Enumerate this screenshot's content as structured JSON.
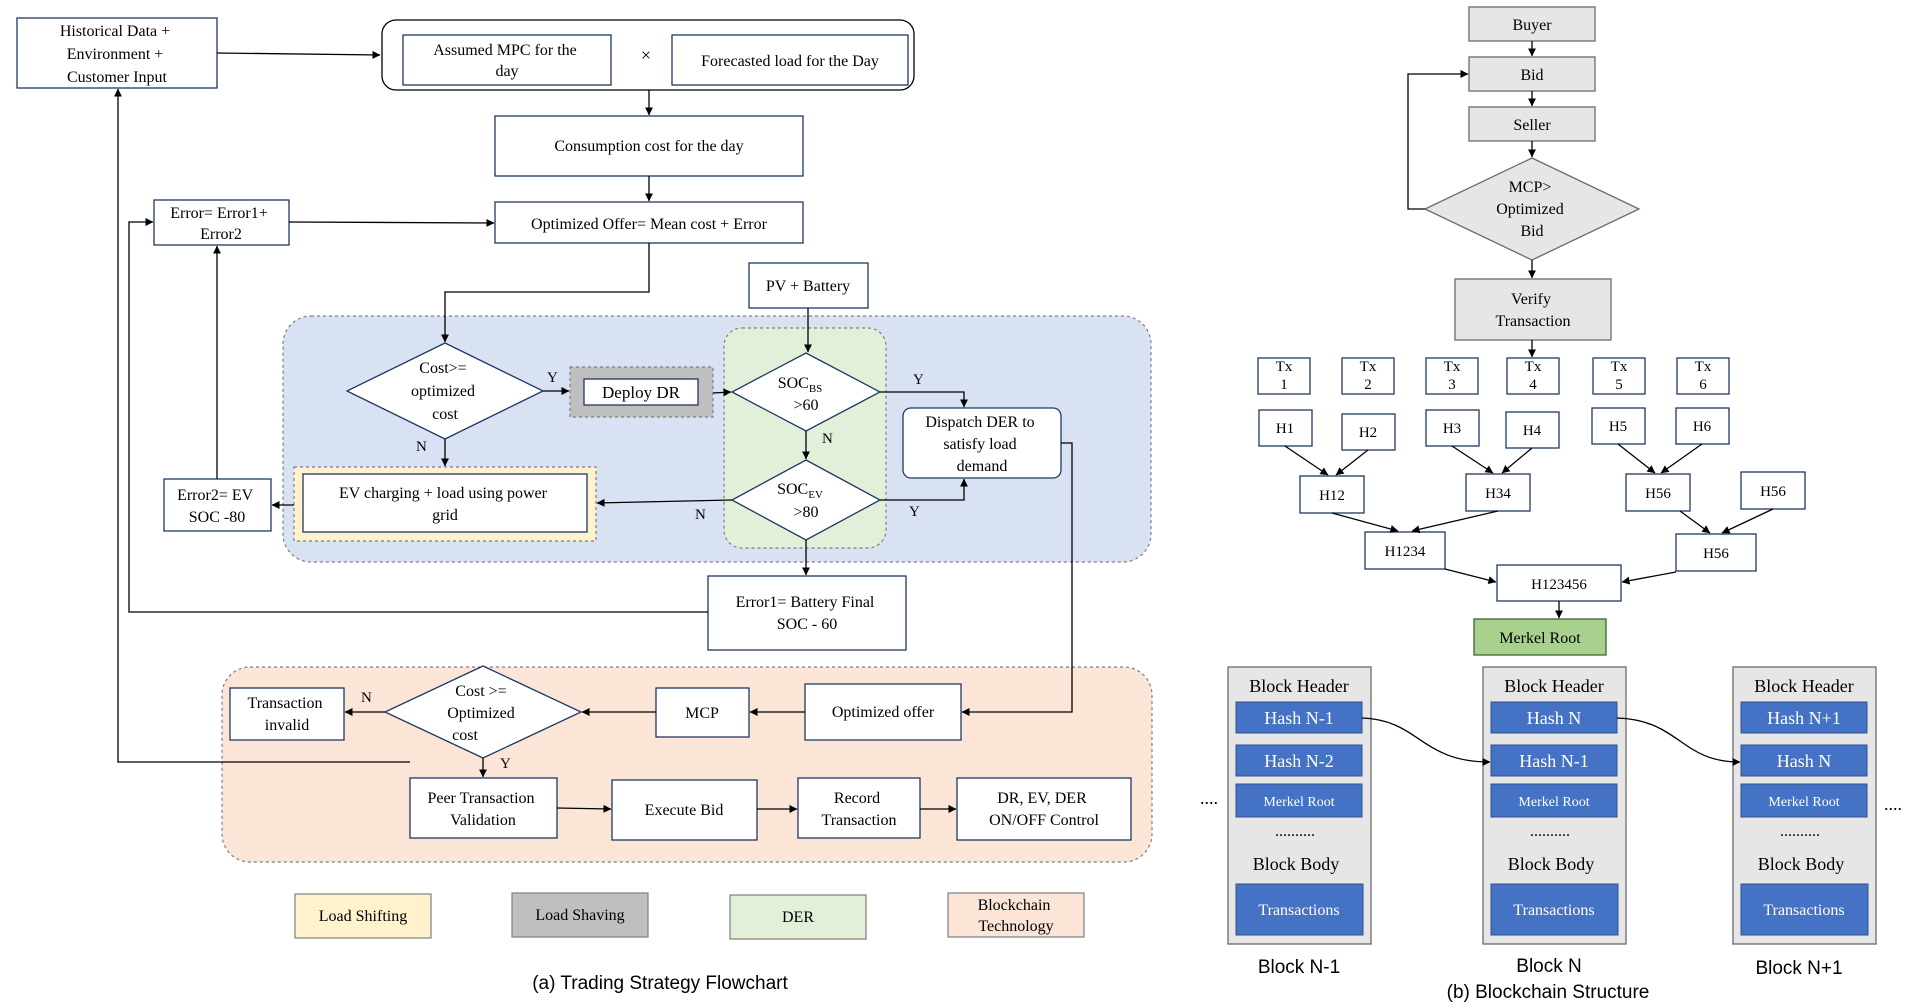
{
  "colors": {
    "blue_region": "#d9e2f3",
    "green_region": "#e2efd9",
    "peach_region": "#fbe5d6",
    "yellow_region": "#fff2cc",
    "grey_box": "#bfbfbf",
    "block_blue": "#4472c4",
    "merkel_green": "#a9d18e"
  },
  "flowchart": {
    "historical": [
      "Historical Data +",
      "Environment +",
      "Customer Input"
    ],
    "assumed_mpc": [
      "Assumed MPC for the",
      "day"
    ],
    "times": "×",
    "forecasted_load": "Forecasted load for the Day",
    "consumption_cost": "Consumption cost for the day",
    "optimized_offer": "Optimized Offer= Mean cost + Error",
    "error_sum": [
      "Error= Error1+",
      "Error2"
    ],
    "pv_battery": "PV + Battery",
    "cost_decision": [
      "Cost>=",
      "optimized",
      "cost"
    ],
    "deploy_dr": "Deploy DR",
    "soc_bs": {
      "main": "SOC",
      "sub": "BS",
      "rest": ">60"
    },
    "soc_ev": {
      "main": "SOC",
      "sub": "EV",
      "rest": ">80"
    },
    "dispatch": [
      "Dispatch DER to",
      "satisfy load",
      "demand"
    ],
    "ev_charging": [
      "EV charging + load using power",
      "grid"
    ],
    "error2": [
      "Error2= EV",
      "SOC -80"
    ],
    "error1": [
      "Error1= Battery Final",
      "SOC - 60"
    ],
    "yes": "Y",
    "no": "N",
    "transaction_invalid": [
      "Transaction",
      "invalid"
    ],
    "cost_decision2": [
      "Cost >=",
      "Optimized",
      "cost"
    ],
    "mcp": "MCP",
    "optimized_offer2": "Optimized offer",
    "peer_validation": [
      "Peer Transaction",
      "Validation"
    ],
    "execute_bid": "Execute Bid",
    "record_transaction": [
      "Record",
      "Transaction"
    ],
    "control": [
      "DR, EV, DER",
      "ON/OFF Control"
    ],
    "legend": {
      "load_shifting": "Load Shifting",
      "load_shaving": "Load Shaving",
      "der": "DER",
      "blockchain": [
        "Blockchain",
        "Technology"
      ]
    },
    "caption": "(a) Trading Strategy Flowchart"
  },
  "blockchain": {
    "buyer": "Buyer",
    "bid": "Bid",
    "seller": "Seller",
    "mcp_decision": [
      "MCP>",
      "Optimized",
      "Bid"
    ],
    "verify": [
      "Verify",
      "Transaction"
    ],
    "tx": [
      [
        "Tx",
        "1"
      ],
      [
        "Tx",
        "2"
      ],
      [
        "Tx",
        "3"
      ],
      [
        "Tx",
        "4"
      ],
      [
        "Tx",
        "5"
      ],
      [
        "Tx",
        "6"
      ]
    ],
    "hashes": [
      "H1",
      "H2",
      "H3",
      "H4",
      "H5",
      "H6"
    ],
    "h12": "H12",
    "h34": "H34",
    "h56a": "H56",
    "h56b": "H56",
    "h56c": "H56",
    "h1234": "H1234",
    "h123456": "H123456",
    "merkel_root": "Merkel Root",
    "blocks": [
      {
        "header": "Block Header",
        "hash1": "Hash N-1",
        "hash2": "Hash N-2",
        "merkel": "Merkel Root",
        "dots": "..........",
        "body": "Block Body",
        "transactions": "Transactions",
        "label": "Block N-1"
      },
      {
        "header": "Block Header",
        "hash1": "Hash N",
        "hash2": "Hash N-1",
        "merkel": "Merkel Root",
        "dots": "..........",
        "body": "Block Body",
        "transactions": "Transactions",
        "label": "Block N"
      },
      {
        "header": "Block Header",
        "hash1": "Hash N+1",
        "hash2": "Hash N",
        "merkel": "Merkel Root",
        "dots": "..........",
        "body": "Block Body",
        "transactions": "Transactions",
        "label": "Block N+1"
      }
    ],
    "ellipsis_left": "....",
    "ellipsis_right": "....",
    "caption": "(b) Blockchain Structure"
  }
}
